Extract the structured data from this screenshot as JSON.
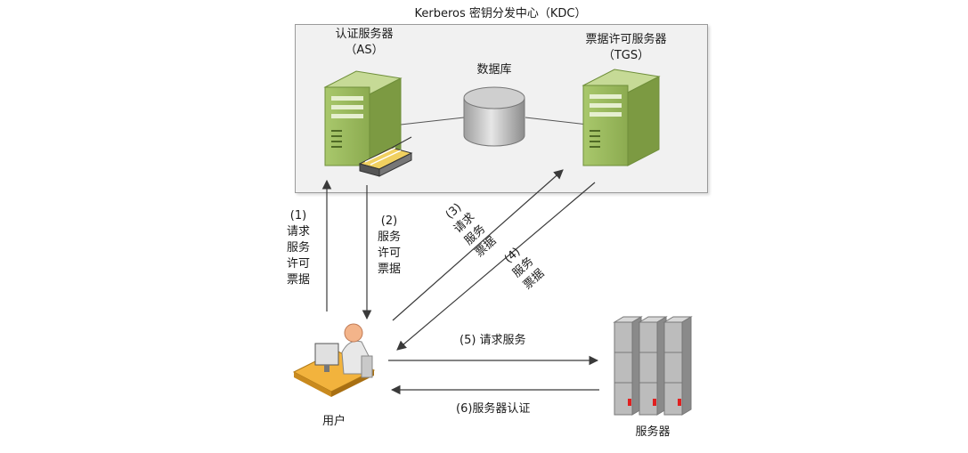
{
  "kdc": {
    "title": "Kerberos 密钥分发中心（KDC）"
  },
  "nodes": {
    "as": {
      "line1": "认证服务器",
      "line2": "（AS）"
    },
    "tgs": {
      "line1": "票据许可服务器",
      "line2": "（TGS）"
    },
    "database": {
      "label": "数据库"
    },
    "user": {
      "label": "用户"
    },
    "server": {
      "label": "服务器"
    }
  },
  "steps": {
    "s1": {
      "num": "(1)",
      "lines": [
        "请求",
        "服务",
        "许可",
        "票据"
      ]
    },
    "s2": {
      "num": "(2)",
      "lines": [
        "服务",
        "许可",
        "票据"
      ]
    },
    "s3": {
      "num": "(3)",
      "lines": [
        "请求",
        "服务",
        "票据"
      ]
    },
    "s4": {
      "num": "(4)",
      "lines": [
        "服务",
        "票据"
      ]
    },
    "s5": {
      "label": "(5) 请求服务"
    },
    "s6": {
      "label": "(6)服务器认证"
    }
  },
  "colors": {
    "server_green": "#9dbb61",
    "server_green_dark": "#6f8f3a",
    "rack_gray": "#b8b8b8",
    "arrow": "#3a3a3a",
    "led_red": "#e02020"
  }
}
